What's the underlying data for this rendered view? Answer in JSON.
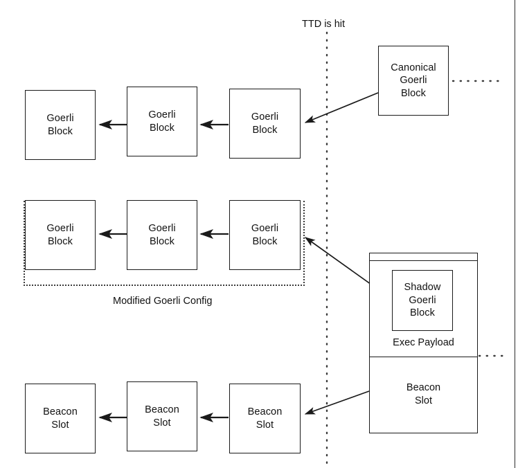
{
  "diagram": {
    "title_label": "TTD is hit",
    "boundary_label": "Modified Goerli Config",
    "rows": {
      "goerli_canonical": {
        "name": "canonical-goerli-chain",
        "blocks": [
          {
            "label": "Goerli\nBlock",
            "line1": "Goerli",
            "line2": "Block"
          },
          {
            "label": "Goerli\nBlock",
            "line1": "Goerli",
            "line2": "Block"
          },
          {
            "label": "Goerli\nBlock",
            "line1": "Goerli",
            "line2": "Block"
          }
        ],
        "source_block": {
          "line1": "Canonical",
          "line2": "Goerli",
          "line3": "Block"
        }
      },
      "goerli_shadow": {
        "name": "shadow-goerli-chain",
        "blocks": [
          {
            "label": "Goerli\nBlock",
            "line1": "Goerli",
            "line2": "Block"
          },
          {
            "label": "Goerli\nBlock",
            "line1": "Goerli",
            "line2": "Block"
          },
          {
            "label": "Goerli\nBlock",
            "line1": "Goerli",
            "line2": "Block"
          }
        ]
      },
      "beacon": {
        "name": "beacon-chain",
        "blocks": [
          {
            "label": "Beacon\nSlot",
            "line1": "Beacon",
            "line2": "Slot"
          },
          {
            "label": "Beacon\nSlot",
            "line1": "Beacon",
            "line2": "Slot"
          },
          {
            "label": "Beacon\nSlot",
            "line1": "Beacon",
            "line2": "Slot"
          }
        ]
      }
    },
    "payload_container": {
      "exec_payload_caption": "Exec Payload",
      "shadow_block": {
        "line1": "Shadow",
        "line2": "Goerli",
        "line3": "Block"
      },
      "beacon_slot": {
        "line1": "Beacon",
        "line2": "Slot"
      }
    },
    "colors": {
      "stroke": "#1a1a1a",
      "text": "#111111",
      "dotted": "#3a3a3a",
      "background": "#ffffff"
    }
  }
}
